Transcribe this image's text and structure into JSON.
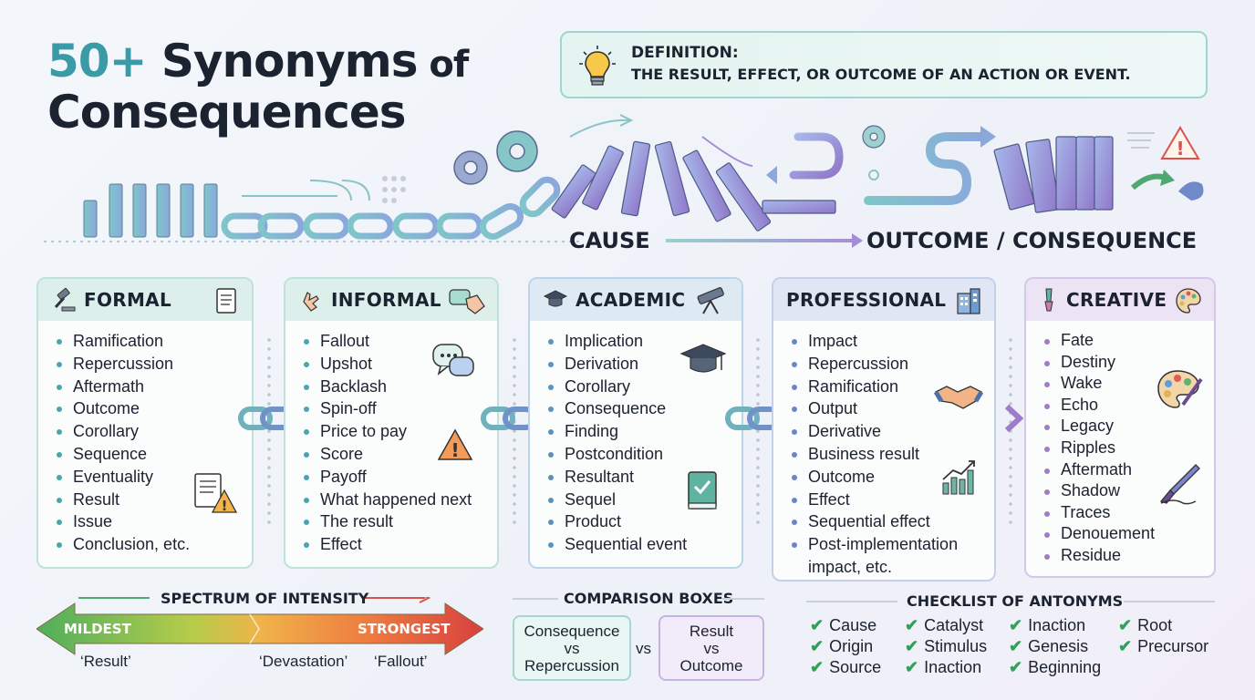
{
  "title": {
    "number": "50+",
    "line1_rest": " Synonyms",
    "of": " of",
    "line2": "Consequences"
  },
  "definition": {
    "label": "DEFINITION:",
    "text": "THE RESULT, EFFECT, OR OUTCOME OF AN ACTION OR EVENT.",
    "icon": "lightbulb-icon"
  },
  "flow": {
    "cause": "CAUSE",
    "outcome": "OUTCOME / CONSEQUENCE"
  },
  "colors": {
    "teal": "#3a9aa6",
    "purple": "#9e7cc9",
    "green": "#33a05a",
    "red": "#d9534f"
  },
  "categories": [
    {
      "key": "formal",
      "title": "FORMAL",
      "icon": "gavel-icon",
      "side_icon": "document-icon",
      "items": [
        "Ramification",
        "Repercussion",
        "Aftermath",
        "Outcome",
        "Corollary",
        "Sequence",
        "Eventuality",
        "Result",
        "Issue",
        "Conclusion, etc."
      ]
    },
    {
      "key": "informal",
      "title": "INFORMAL",
      "icon": "hand-icon",
      "side_icon": "chat-icon",
      "items": [
        "Fallout",
        "Upshot",
        "Backlash",
        "Spin-off",
        "Price to pay",
        "Score",
        "Payoff",
        "What happened next",
        "The result",
        "Effect"
      ]
    },
    {
      "key": "academic",
      "title": "ACADEMIC",
      "icon": "graduation-cap-icon",
      "side_icon": "telescope-icon",
      "items": [
        "Implication",
        "Derivation",
        "Corollary",
        "Consequence",
        "Finding",
        "Postcondition",
        "Resultant",
        "Sequel",
        "Product",
        "Sequential event"
      ]
    },
    {
      "key": "professional",
      "title": "PROFESSIONAL",
      "icon": "building-icon",
      "side_icon": "handshake-icon",
      "items": [
        "Impact",
        "Repercussion",
        "Ramification",
        "Output",
        "Derivative",
        "Business result",
        "Outcome",
        "Effect",
        "Sequential effect",
        "Post-implementation",
        "impact, etc."
      ]
    },
    {
      "key": "creative",
      "title": "CREATIVE",
      "icon": "brush-icon",
      "side_icon": "palette-icon",
      "items": [
        "Fate",
        "Destiny",
        "Wake",
        "Echo",
        "Legacy",
        "Ripples",
        "Aftermath",
        "Shadow",
        "Traces",
        "Denouement",
        "Residue"
      ]
    }
  ],
  "spectrum": {
    "title": "SPECTRUM OF INTENSITY",
    "mildest": "MILDEST",
    "strongest": "STRONGEST",
    "examples": [
      "‘Result’",
      "‘Devastation’",
      "‘Fallout’"
    ]
  },
  "comparison": {
    "title": "COMPARISON BOXES",
    "box_a": [
      "Consequence",
      "vs",
      "Repercussion"
    ],
    "vs": "vs",
    "box_b": [
      "Result",
      "vs",
      "Outcome"
    ]
  },
  "antonyms": {
    "title": "CHECKLIST OF ANTONYMS",
    "columns": [
      [
        "Cause",
        "Origin",
        "Source"
      ],
      [
        "Catalyst",
        "Stimulus",
        "Inaction"
      ],
      [
        "Inaction",
        "Genesis",
        "Beginning"
      ],
      [
        "Root",
        "Precursor"
      ]
    ]
  }
}
